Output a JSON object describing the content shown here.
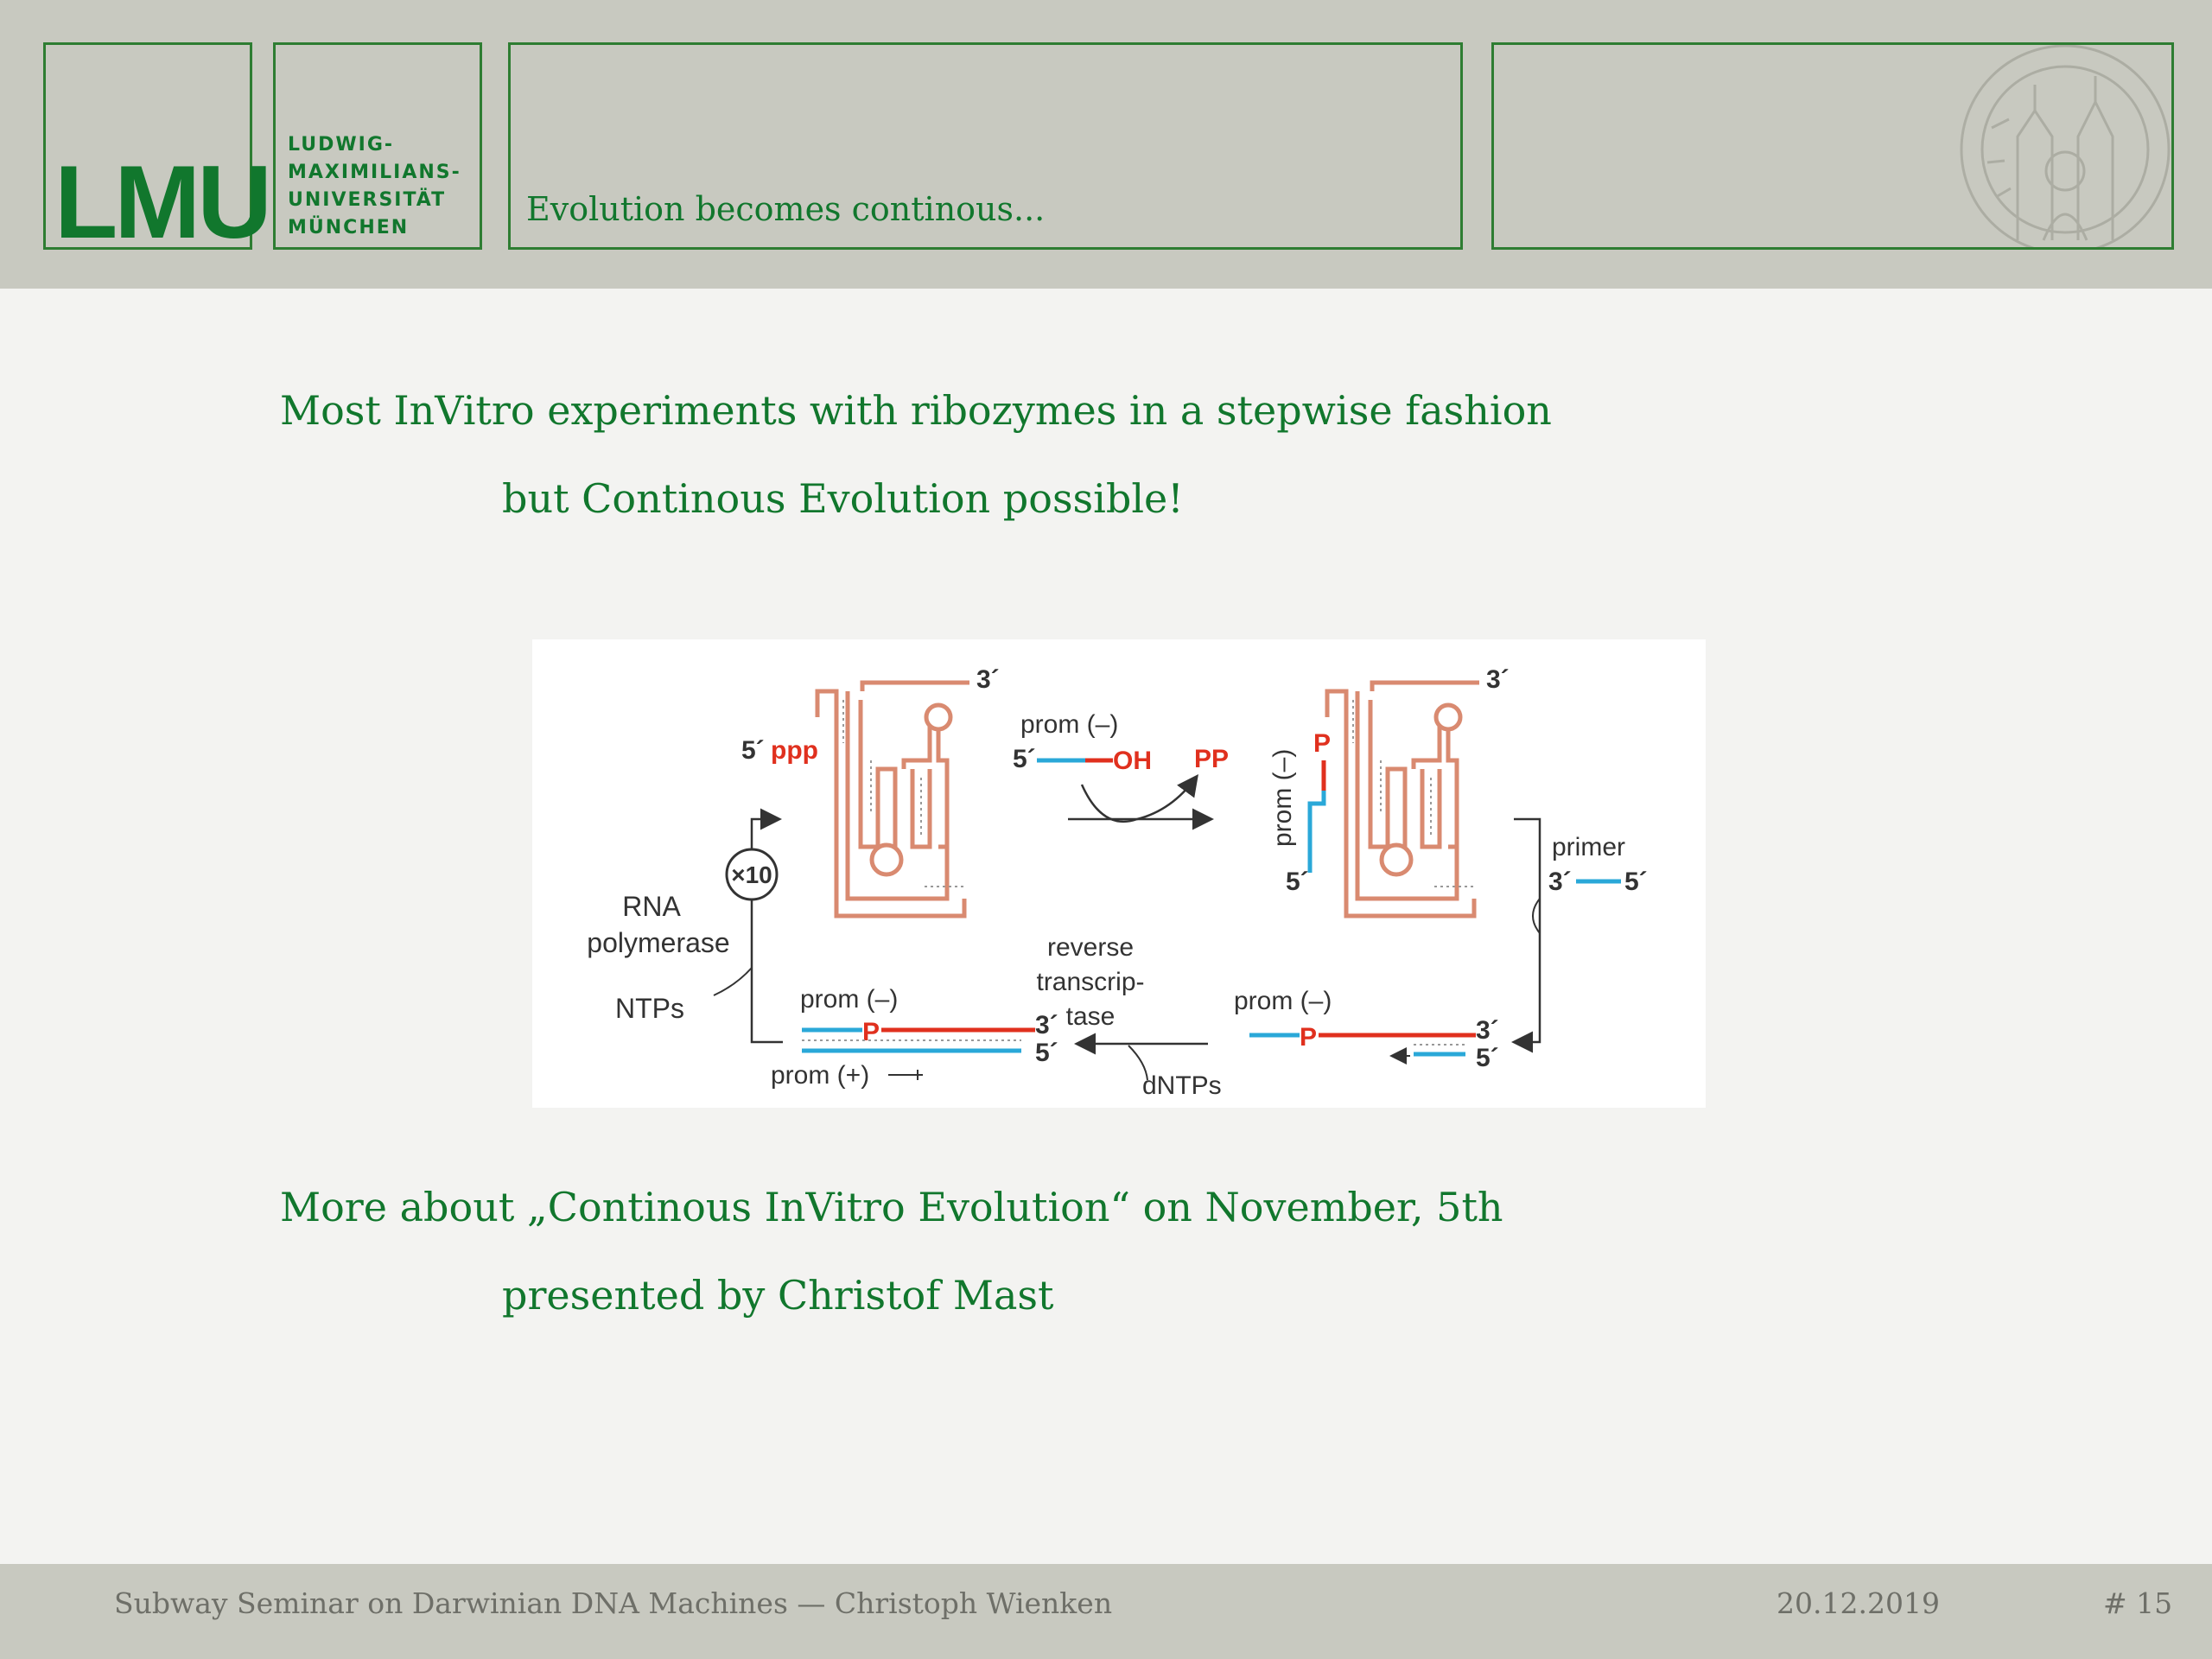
{
  "header": {
    "logo_text": "LMU",
    "university_name": [
      "LUDWIG-",
      "MAXIMILIANS-",
      "UNIVERSITÄT",
      "MÜNCHEN"
    ],
    "slide_title": "Evolution becomes continous..."
  },
  "body": {
    "line1": "Most InVitro experiments with ribozymes in a stepwise fashion",
    "line2": "but Continous Evolution possible!",
    "line3": "More about „Continous InVitro Evolution“ on November, 5th",
    "line4": "presented by Christof Mast"
  },
  "figure": {
    "three_prime": "3´",
    "five_prime_ppp_5": "5´",
    "five_prime_ppp_ppp": "ppp",
    "prom_minus": "prom (–)",
    "five": "5´",
    "oh": "OH",
    "pp": "PP",
    "prom_minus_vertical": "prom (–)",
    "p": "P",
    "primer": "primer",
    "rna_polymerase_line1": "RNA",
    "rna_polymerase_line2": "polymerase",
    "x10": "×10",
    "ntps": "NTPs",
    "reverse_transcriptase_line1": "reverse",
    "reverse_transcriptase_line2": "transcrip-",
    "reverse_transcriptase_line3": "tase",
    "dntps": "dNTPs",
    "prom_plus": "prom (+)"
  },
  "footer": {
    "seminar": "Subway Seminar on Darwinian DNA Machines — Christoph Wienken",
    "date": "20.12.2019",
    "page": "# 15"
  },
  "colors": {
    "lmu_green": "#11772d",
    "header_gray": "#c8c9c0",
    "ribozyme_salmon": "#d98a70",
    "red": "#e0301e",
    "blue": "#2aa8d8"
  }
}
